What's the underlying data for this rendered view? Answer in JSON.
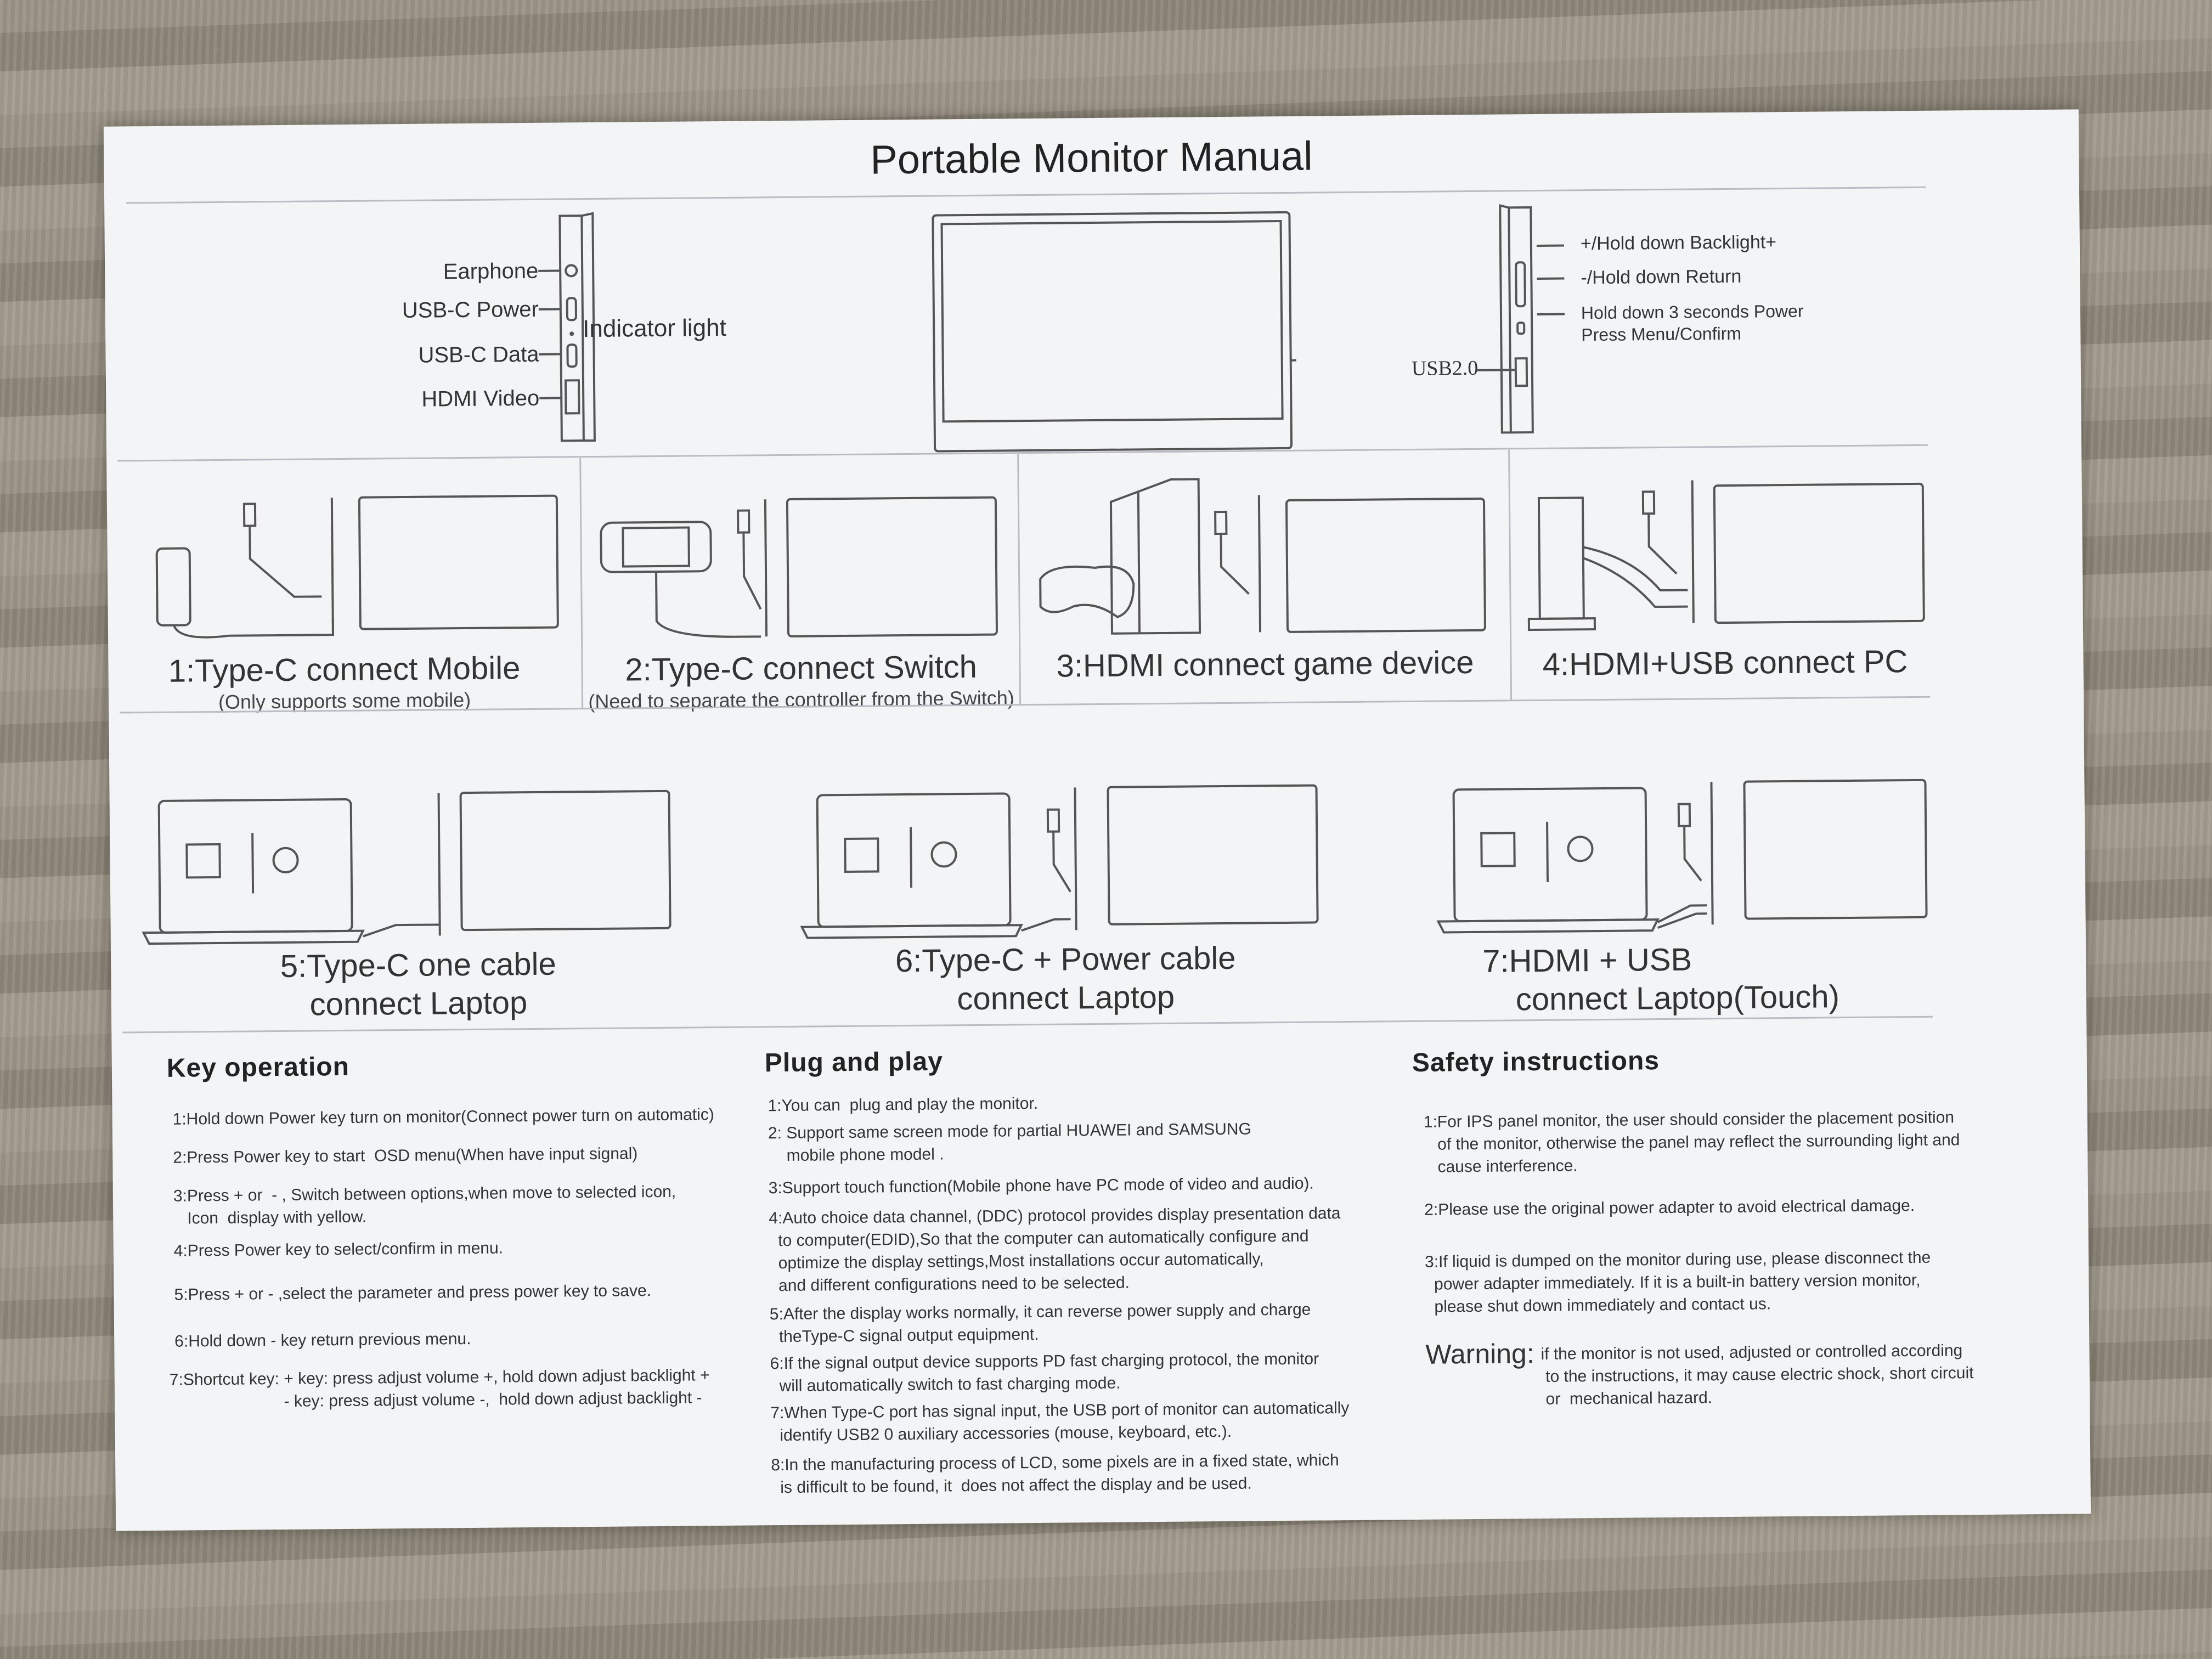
{
  "title": "Portable Monitor Manual",
  "ports_left": [
    {
      "label": "Earphone"
    },
    {
      "label": "USB-C Power"
    },
    {
      "label": "USB-C Data"
    },
    {
      "label": "HDMI Video"
    }
  ],
  "indicator_label": "Indicator light",
  "buttons_right": {
    "plus": "+/Hold down Backlight+",
    "minus": "-/Hold down Return",
    "power_line1": "Hold down 3 seconds Power",
    "power_line2": "Press Menu/Confirm",
    "usb": "USB2.0"
  },
  "connections_row1": [
    {
      "title": "1:Type-C  connect  Mobile",
      "note": "(Only supports some mobile)"
    },
    {
      "title": "2:Type-C  connect  Switch",
      "note": "(Need to separate the controller from the Switch)"
    },
    {
      "title": "3:HDMI  connect game device",
      "note": ""
    },
    {
      "title": "4:HDMI+USB connect PC",
      "note": ""
    }
  ],
  "connections_row2": [
    {
      "line1": "5:Type-C one cable",
      "line2": "connect Laptop"
    },
    {
      "line1": "6:Type-C + Power cable",
      "line2": "connect Laptop"
    },
    {
      "line1": "7:HDMI + USB",
      "line2": "connect Laptop(Touch)"
    }
  ],
  "key_operation": {
    "heading": "Key operation",
    "items": [
      "1:Hold down Power key turn on monitor(Connect power turn on automatic)",
      "2:Press Power key to start  OSD menu(When have input signal)",
      "3:Press + or  - , Switch between options,when move to selected icon,\n   Icon  display with yellow.",
      "4:Press Power key to select/confirm in menu.",
      "5:Press + or - ,select the parameter and press power key to save.",
      "6:Hold down - key return previous menu.",
      "7:Shortcut key: + key: press adjust volume +, hold down adjust backlight +\n                         - key: press adjust volume -,  hold down adjust backlight -"
    ]
  },
  "plug_and_play": {
    "heading": "Plug and play",
    "items": [
      "1:You can  plug and play the monitor.",
      "2: Support same screen mode for partial HUAWEI and SAMSUNG\n    mobile phone model .",
      "3:Support touch function(Mobile phone have PC mode of video and audio).",
      "4:Auto choice data channel, (DDC) protocol provides display presentation data\n  to computer(EDID),So that the computer can automatically configure and\n  optimize the display settings,Most installations occur automatically,\n  and different configurations need to be selected.",
      "5:After the display works normally, it can reverse power supply and charge\n  theType-C signal output equipment.",
      "6:If the signal output device supports PD fast charging protocol, the monitor\n  will automatically switch to fast charging mode.",
      "7:When Type-C port has signal input, the USB port of monitor can automatically\n  identify USB2 0 auxiliary accessories (mouse, keyboard, etc.).",
      "8:In the manufacturing process of LCD, some pixels are in a fixed state, which\n  is difficult to be found, it  does not affect the display and be used."
    ]
  },
  "safety": {
    "heading": "Safety instructions",
    "items": [
      "1:For IPS panel monitor, the user should consider the placement position\n   of the monitor, otherwise the panel may reflect the surrounding light and\n   cause interference.",
      "2:Please use the original power adapter to avoid electrical damage.",
      "3:If liquid is dumped on the monitor during use, please disconnect the\n  power adapter immediately. If it is a built-in battery version monitor,\n  please shut down immediately and contact us."
    ],
    "warning_label": "Warning:",
    "warning_text": "if the monitor is not used, adjusted or controlled according\n to the instructions, it may cause electric shock, short circuit\n or  mechanical hazard."
  }
}
